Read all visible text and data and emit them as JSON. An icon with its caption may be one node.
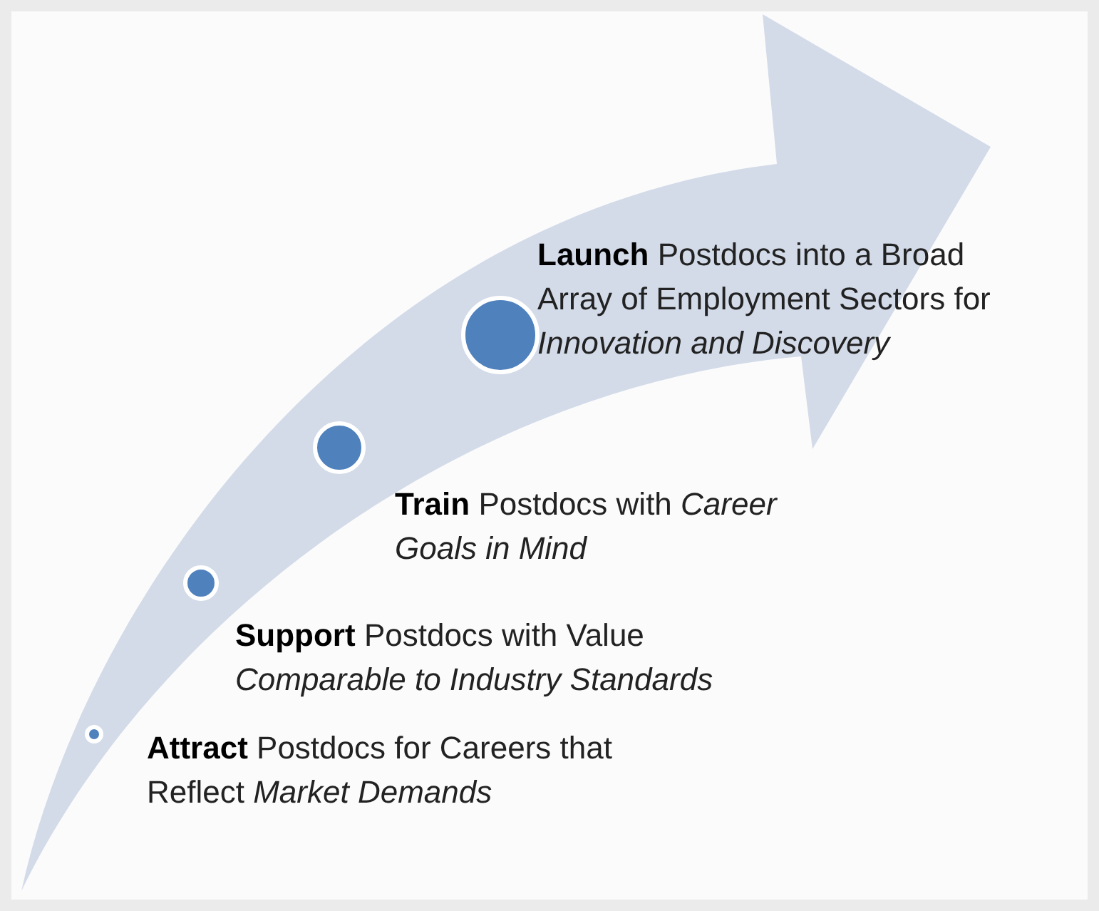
{
  "diagram": {
    "labels": [
      "**Launch** Postdocs into a Broad Array of Employment Sectors for *Innovation and Discovery*",
      "**Train** Postdocs with *Career Goals in Mind*",
      "**Support** Postdocs with Value *Comparable to Industry Standards*",
      "**Attract** Postdocs for Careers that Reflect *Market Demands*"
    ]
  }
}
